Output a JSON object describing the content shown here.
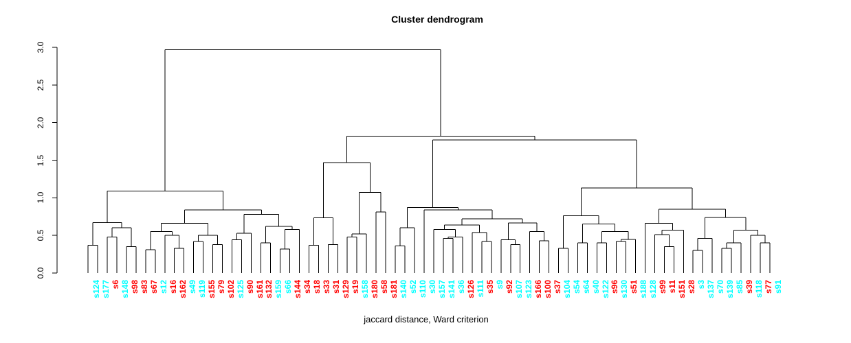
{
  "title": "Cluster dendrogram",
  "caption": "jaccard distance, Ward criterion",
  "colors": {
    "red": "#FF0000",
    "cyan": "#00FFFF",
    "line": "#000000",
    "axis": "#000000"
  },
  "axis": {
    "tick_labels": [
      "0.0",
      "0.5",
      "1.0",
      "1.5",
      "2.0",
      "2.5",
      "3.0"
    ],
    "tick_values": [
      0,
      0.5,
      1.0,
      1.5,
      2.0,
      2.5,
      3.0
    ],
    "min": 0,
    "max": 3
  },
  "chart_data": {
    "type": "dendrogram",
    "title": "Cluster dendrogram",
    "xlabel": "jaccard distance, Ward criterion",
    "ylabel": "",
    "ylim": [
      0,
      3
    ],
    "grid": false,
    "root_height": 2.97,
    "leaves": [
      {
        "label": "s124",
        "color": "cyan"
      },
      {
        "label": "s177",
        "color": "cyan"
      },
      {
        "label": "s6",
        "color": "red"
      },
      {
        "label": "s148",
        "color": "cyan"
      },
      {
        "label": "s98",
        "color": "red"
      },
      {
        "label": "s83",
        "color": "red"
      },
      {
        "label": "s67",
        "color": "red"
      },
      {
        "label": "s12",
        "color": "cyan"
      },
      {
        "label": "s16",
        "color": "red"
      },
      {
        "label": "s162",
        "color": "red"
      },
      {
        "label": "s49",
        "color": "cyan"
      },
      {
        "label": "s119",
        "color": "cyan"
      },
      {
        "label": "s155",
        "color": "red"
      },
      {
        "label": "s79",
        "color": "red"
      },
      {
        "label": "s102",
        "color": "red"
      },
      {
        "label": "s125",
        "color": "cyan"
      },
      {
        "label": "s90",
        "color": "red"
      },
      {
        "label": "s161",
        "color": "red"
      },
      {
        "label": "s132",
        "color": "red"
      },
      {
        "label": "s159",
        "color": "cyan"
      },
      {
        "label": "s66",
        "color": "cyan"
      },
      {
        "label": "s144",
        "color": "red"
      },
      {
        "label": "s34",
        "color": "red"
      },
      {
        "label": "s18",
        "color": "red"
      },
      {
        "label": "s33",
        "color": "red"
      },
      {
        "label": "s31",
        "color": "red"
      },
      {
        "label": "s129",
        "color": "red"
      },
      {
        "label": "s19",
        "color": "red"
      },
      {
        "label": "s158",
        "color": "cyan"
      },
      {
        "label": "s180",
        "color": "red"
      },
      {
        "label": "s58",
        "color": "red"
      },
      {
        "label": "s181",
        "color": "red"
      },
      {
        "label": "s140",
        "color": "cyan"
      },
      {
        "label": "s52",
        "color": "cyan"
      },
      {
        "label": "s110",
        "color": "cyan"
      },
      {
        "label": "s30",
        "color": "cyan"
      },
      {
        "label": "s157",
        "color": "cyan"
      },
      {
        "label": "s141",
        "color": "cyan"
      },
      {
        "label": "s36",
        "color": "cyan"
      },
      {
        "label": "s126",
        "color": "red"
      },
      {
        "label": "s111",
        "color": "cyan"
      },
      {
        "label": "s35",
        "color": "red"
      },
      {
        "label": "s9",
        "color": "cyan"
      },
      {
        "label": "s92",
        "color": "red"
      },
      {
        "label": "s107",
        "color": "cyan"
      },
      {
        "label": "s123",
        "color": "cyan"
      },
      {
        "label": "s166",
        "color": "red"
      },
      {
        "label": "s100",
        "color": "red"
      },
      {
        "label": "s37",
        "color": "red"
      },
      {
        "label": "s104",
        "color": "cyan"
      },
      {
        "label": "s54",
        "color": "cyan"
      },
      {
        "label": "s64",
        "color": "cyan"
      },
      {
        "label": "s40",
        "color": "cyan"
      },
      {
        "label": "s122",
        "color": "cyan"
      },
      {
        "label": "s96",
        "color": "red"
      },
      {
        "label": "s130",
        "color": "cyan"
      },
      {
        "label": "s51",
        "color": "red"
      },
      {
        "label": "s188",
        "color": "cyan"
      },
      {
        "label": "s128",
        "color": "cyan"
      },
      {
        "label": "s99",
        "color": "red"
      },
      {
        "label": "s11",
        "color": "red"
      },
      {
        "label": "s151",
        "color": "red"
      },
      {
        "label": "s28",
        "color": "red"
      },
      {
        "label": "s3",
        "color": "cyan"
      },
      {
        "label": "s137",
        "color": "cyan"
      },
      {
        "label": "s70",
        "color": "cyan"
      },
      {
        "label": "s139",
        "color": "cyan"
      },
      {
        "label": "s85",
        "color": "cyan"
      },
      {
        "label": "s39",
        "color": "red"
      },
      {
        "label": "s118",
        "color": "cyan"
      },
      {
        "label": "s77",
        "color": "red"
      },
      {
        "label": "s91",
        "color": "cyan"
      }
    ],
    "tree": {
      "h": 2.97,
      "children": [
        {
          "h": 1.09,
          "children": [
            {
              "h": 0.67,
              "children": [
                {
                  "h": 0.37,
                  "children": [
                    "s124",
                    "s177"
                  ]
                },
                {
                  "h": 0.6,
                  "children": [
                    {
                      "h": 0.48,
                      "children": [
                        "s6",
                        "s148"
                      ]
                    },
                    {
                      "h": 0.35,
                      "children": [
                        "s98",
                        "s83"
                      ]
                    }
                  ]
                }
              ]
            },
            {
              "h": 0.84,
              "children": [
                {
                  "h": 0.66,
                  "children": [
                    {
                      "h": 0.55,
                      "children": [
                        {
                          "h": 0.31,
                          "children": [
                            "s67",
                            "s12"
                          ]
                        },
                        {
                          "h": 0.5,
                          "children": [
                            "s16",
                            {
                              "h": 0.33,
                              "children": [
                                "s162",
                                "s49"
                              ]
                            }
                          ]
                        }
                      ]
                    },
                    {
                      "h": 0.5,
                      "children": [
                        {
                          "h": 0.42,
                          "children": [
                            "s119",
                            "s155"
                          ]
                        },
                        {
                          "h": 0.38,
                          "children": [
                            "s79",
                            "s102"
                          ]
                        }
                      ]
                    }
                  ]
                },
                {
                  "h": 0.78,
                  "children": [
                    {
                      "h": 0.53,
                      "children": [
                        {
                          "h": 0.44,
                          "children": [
                            "s125",
                            "s90"
                          ]
                        },
                        "s161"
                      ]
                    },
                    {
                      "h": 0.62,
                      "children": [
                        {
                          "h": 0.4,
                          "children": [
                            "s132",
                            "s159"
                          ]
                        },
                        {
                          "h": 0.58,
                          "children": [
                            {
                              "h": 0.32,
                              "children": [
                                "s66",
                                "s144"
                              ]
                            },
                            "s34"
                          ]
                        }
                      ]
                    }
                  ]
                }
              ]
            }
          ]
        },
        {
          "h": 1.82,
          "children": [
            {
              "h": 1.47,
              "children": [
                {
                  "h": 0.735,
                  "children": [
                    {
                      "h": 0.37,
                      "children": [
                        "s18",
                        "s33"
                      ]
                    },
                    {
                      "h": 0.38,
                      "children": [
                        "s31",
                        "s129"
                      ]
                    }
                  ]
                },
                {
                  "h": 1.07,
                  "children": [
                    {
                      "h": 0.52,
                      "children": [
                        {
                          "h": 0.48,
                          "children": [
                            "s19",
                            "s158"
                          ]
                        },
                        "s180"
                      ]
                    },
                    {
                      "h": 0.81,
                      "children": [
                        "s58",
                        "s181"
                      ]
                    }
                  ]
                }
              ]
            },
            {
              "h": 1.77,
              "children": [
                {
                  "h": 0.87,
                  "children": [
                    {
                      "h": 0.6,
                      "children": [
                        {
                          "h": 0.36,
                          "children": [
                            "s140",
                            "s52"
                          ]
                        },
                        "s110"
                      ]
                    },
                    {
                      "h": 0.84,
                      "children": [
                        "s30",
                        {
                          "h": 0.72,
                          "children": [
                            {
                              "h": 0.64,
                              "children": [
                                {
                                  "h": 0.58,
                                  "children": [
                                    "s157",
                                    {
                                      "h": 0.48,
                                      "children": [
                                        {
                                          "h": 0.46,
                                          "children": [
                                            "s141",
                                            "s36"
                                          ]
                                        },
                                        "s126"
                                      ]
                                    }
                                  ]
                                },
                                {
                                  "h": 0.54,
                                  "children": [
                                    "s111",
                                    {
                                      "h": 0.42,
                                      "children": [
                                        "s35",
                                        "s9"
                                      ]
                                    }
                                  ]
                                }
                              ]
                            },
                            {
                              "h": 0.665,
                              "children": [
                                {
                                  "h": 0.44,
                                  "children": [
                                    "s92",
                                    {
                                      "h": 0.38,
                                      "children": [
                                        "s107",
                                        "s123"
                                      ]
                                    }
                                  ]
                                },
                                {
                                  "h": 0.55,
                                  "children": [
                                    "s166",
                                    {
                                      "h": 0.43,
                                      "children": [
                                        "s100",
                                        "s37"
                                      ]
                                    }
                                  ]
                                }
                              ]
                            }
                          ]
                        }
                      ]
                    }
                  ]
                },
                {
                  "h": 1.13,
                  "children": [
                    {
                      "h": 0.76,
                      "children": [
                        {
                          "h": 0.33,
                          "children": [
                            "s104",
                            "s54"
                          ]
                        },
                        {
                          "h": 0.65,
                          "children": [
                            {
                              "h": 0.4,
                              "children": [
                                "s64",
                                "s40"
                              ]
                            },
                            {
                              "h": 0.55,
                              "children": [
                                {
                                  "h": 0.4,
                                  "children": [
                                    "s122",
                                    "s96"
                                  ]
                                },
                                {
                                  "h": 0.445,
                                  "children": [
                                    {
                                      "h": 0.42,
                                      "children": [
                                        "s130",
                                        "s51"
                                      ]
                                    },
                                    "s188"
                                  ]
                                }
                              ]
                            }
                          ]
                        }
                      ]
                    },
                    {
                      "h": 0.85,
                      "children": [
                        {
                          "h": 0.66,
                          "children": [
                            "s128",
                            {
                              "h": 0.57,
                              "children": [
                                {
                                  "h": 0.51,
                                  "children": [
                                    "s99",
                                    {
                                      "h": 0.35,
                                      "children": [
                                        "s11",
                                        "s151"
                                      ]
                                    }
                                  ]
                                },
                                "s28"
                              ]
                            }
                          ]
                        },
                        {
                          "h": 0.74,
                          "children": [
                            {
                              "h": 0.46,
                              "children": [
                                {
                                  "h": 0.3,
                                  "children": [
                                    "s3",
                                    "s137"
                                  ]
                                },
                                "s70"
                              ]
                            },
                            {
                              "h": 0.57,
                              "children": [
                                {
                                  "h": 0.4,
                                  "children": [
                                    {
                                      "h": 0.33,
                                      "children": [
                                        "s139",
                                        "s85"
                                      ]
                                    },
                                    "s39"
                                  ]
                                },
                                {
                                  "h": 0.5,
                                  "children": [
                                    "s118",
                                    {
                                      "h": 0.4,
                                      "children": [
                                        "s77",
                                        "s91"
                                      ]
                                    }
                                  ]
                                }
                              ]
                            }
                          ]
                        }
                      ]
                    }
                  ]
                }
              ]
            }
          ]
        }
      ]
    }
  }
}
